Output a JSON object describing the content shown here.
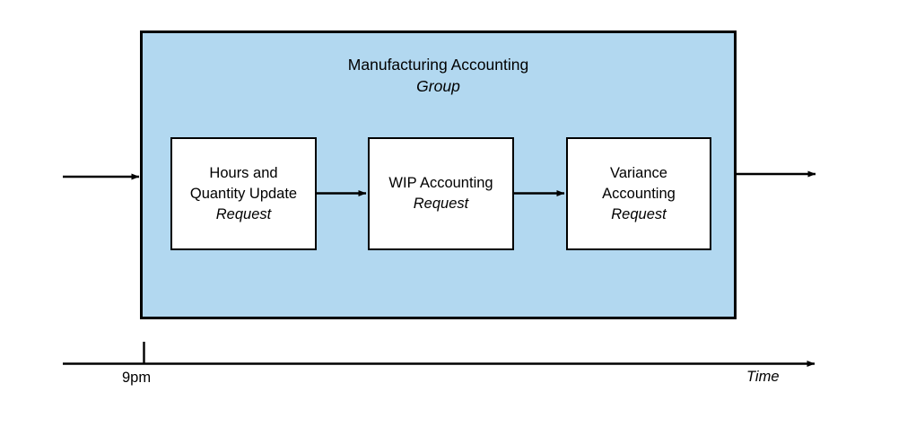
{
  "diagram": {
    "type": "process-flow-timeline",
    "group": {
      "name": "manufacturing-accounting-group",
      "title_line1": "Manufacturing Accounting",
      "title_line2": "Group",
      "fill_color": "#b2d8f0",
      "border_color": "#000000"
    },
    "processes": [
      {
        "id": "hours-and-quantity-update",
        "line1": "Hours and",
        "line2": "Quantity Update",
        "line3": "Request"
      },
      {
        "id": "wip-accounting",
        "line1": "WIP Accounting",
        "line2": "Request"
      },
      {
        "id": "variance-accounting",
        "line1": "Variance",
        "line2": "Accounting",
        "line3": "Request"
      }
    ],
    "timeline": {
      "tick_label": "9pm",
      "axis_label": "Time"
    }
  }
}
